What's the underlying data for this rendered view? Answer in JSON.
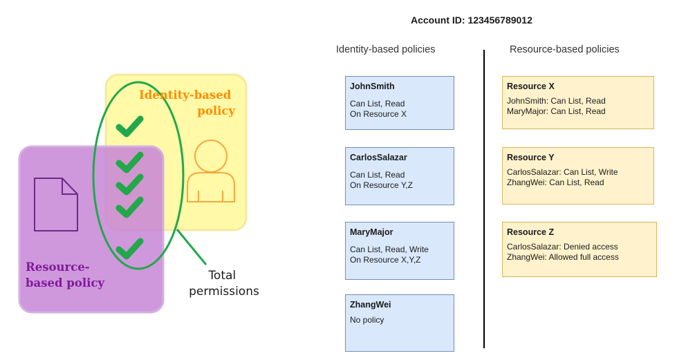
{
  "account": {
    "title": "Account ID: 123456789012"
  },
  "columns": {
    "identity_heading": "Identity-based policies",
    "resource_heading": "Resource-based policies"
  },
  "identity_policies": [
    {
      "name": "JohnSmith",
      "lines": [
        "Can List, Read",
        "On Resource X"
      ]
    },
    {
      "name": "CarlosSalazar",
      "lines": [
        "Can List, Read",
        "On Resource Y,Z"
      ]
    },
    {
      "name": "MaryMajor",
      "lines": [
        "Can List, Read, Write",
        "On Resource X,Y,Z"
      ]
    },
    {
      "name": "ZhangWei",
      "lines": [
        "No policy"
      ]
    }
  ],
  "resource_policies": [
    {
      "name": "Resource X",
      "lines": [
        "JohnSmith: Can List, Read",
        "MaryMajor: Can List, Read"
      ]
    },
    {
      "name": "Resource Y",
      "lines": [
        "CarlosSalazar: Can List, Write",
        "ZhangWei: Can List, Read"
      ]
    },
    {
      "name": "Resource Z",
      "lines": [
        "CarlosSalazar: Denied access",
        "ZhangWei: Allowed full access"
      ]
    }
  ],
  "venn": {
    "identity_label_line1": "Identity-based",
    "identity_label_line2": "policy",
    "resource_label_line1": "Resource-",
    "resource_label_line2": "based policy",
    "total_line1": "Total",
    "total_line2": "permissions",
    "colors": {
      "identity_fill": "#fff9a8",
      "identity_text": "#ff8c00",
      "resource_fill": "#c785d6",
      "resource_text": "#7f1a99",
      "check": "#22a84a",
      "ellipse": "#22a84a"
    }
  }
}
